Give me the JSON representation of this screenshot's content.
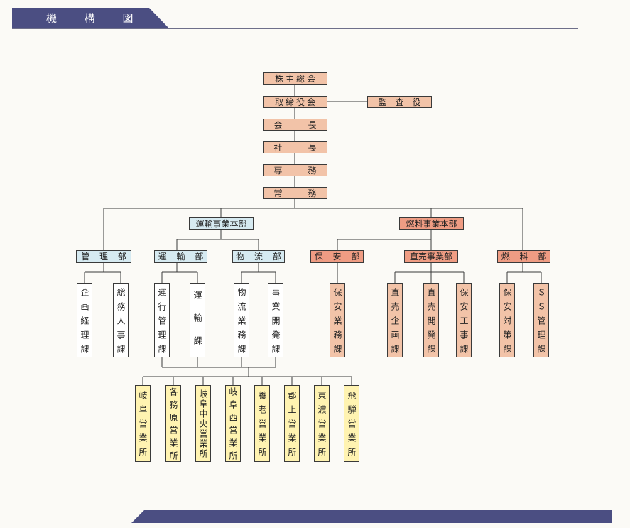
{
  "header": {
    "title": "機 構 図"
  },
  "top_chain": {
    "shareholders_meeting": "株主総会",
    "board_of_directors": "取締役会",
    "auditor": "監　査　役",
    "chairman": "会　　　長",
    "president": "社　　　長",
    "senior_managing_director": "専　　　務",
    "managing_director": "常　　　務"
  },
  "divisions": {
    "transport_division": "運輸事業本部",
    "fuel_division": "燃料事業本部"
  },
  "departments": {
    "admin": "管 理 部",
    "transport": "運 輸 部",
    "logistics": "物 流 部",
    "safety": "保 安 部",
    "direct_sales": "直売事業部",
    "fuel": "燃 料 部"
  },
  "sections": {
    "planning_accounting": "企画経理課",
    "general_hr": "総務人事課",
    "operations_management": "運行管理課",
    "transport": "運輸課",
    "logistics_business": "物流業務課",
    "business_development": "事業開発課",
    "safety_business": "保安業務課",
    "direct_sales_planning": "直売企画課",
    "direct_sales_development": "直売開発課",
    "safety_construction": "保安工事課",
    "safety_measures": "保安対策課",
    "ss_management": "ＳＳ管理課"
  },
  "offices": [
    "岐阜営業所",
    "各務原営業所",
    "岐阜中央営業所",
    "岐阜西営業所",
    "養老営業所",
    "郡上営業所",
    "東濃営業所",
    "飛騨営業所"
  ]
}
